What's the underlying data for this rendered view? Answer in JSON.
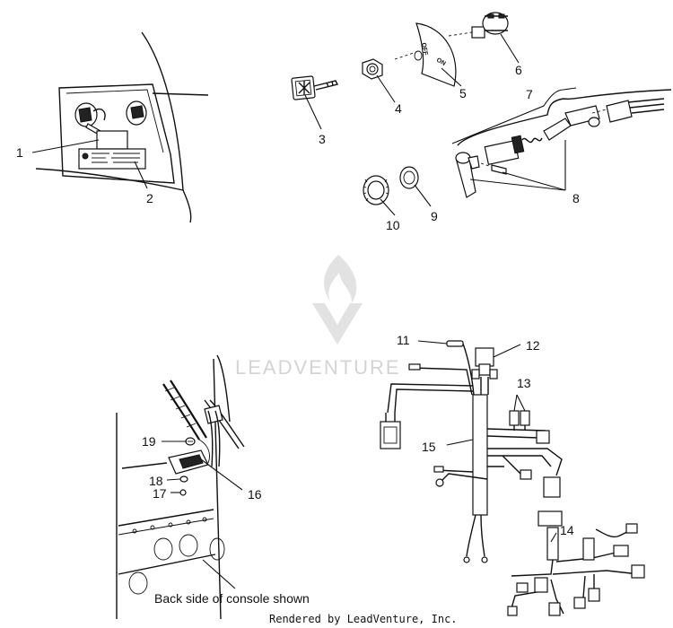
{
  "callouts": [
    {
      "id": "1",
      "label": "1"
    },
    {
      "id": "2",
      "label": "2"
    },
    {
      "id": "3",
      "label": "3"
    },
    {
      "id": "4",
      "label": "4"
    },
    {
      "id": "5",
      "label": "5"
    },
    {
      "id": "6",
      "label": "6"
    },
    {
      "id": "7",
      "label": "7"
    },
    {
      "id": "8",
      "label": "8"
    },
    {
      "id": "9",
      "label": "9"
    },
    {
      "id": "10",
      "label": "10"
    },
    {
      "id": "11",
      "label": "11"
    },
    {
      "id": "12",
      "label": "12"
    },
    {
      "id": "13",
      "label": "13"
    },
    {
      "id": "14",
      "label": "14"
    },
    {
      "id": "15",
      "label": "15"
    },
    {
      "id": "16",
      "label": "16"
    },
    {
      "id": "17",
      "label": "17"
    },
    {
      "id": "18",
      "label": "18"
    },
    {
      "id": "19",
      "label": "19"
    }
  ],
  "switch_plate": {
    "off_text": "OFF",
    "on_text": "ON"
  },
  "caption": "Back side of console shown",
  "watermark": "LEADVENTURE",
  "footer": "Rendered by LeadVenture, Inc.",
  "colors": {
    "line": "#111111",
    "watermark": "#d4d4d4",
    "background": "#ffffff"
  }
}
